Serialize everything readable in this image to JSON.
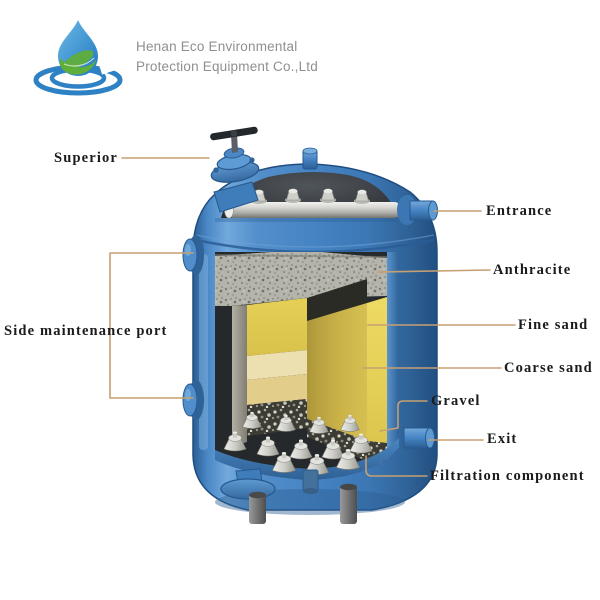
{
  "logo": {
    "company_line1": "Henan Eco Environmental",
    "company_line2": "Protection Equipment Co.,Ltd"
  },
  "labels": {
    "superior": "Superior",
    "side_maintenance_port": "Side maintenance port",
    "entrance": "Entrance",
    "anthracite": "Anthracite",
    "fine_sand": "Fine sand",
    "coarse_sand": "Coarse sand",
    "gravel": "Gravel",
    "exit": "Exit",
    "filtration_component": "Filtration component"
  },
  "colors": {
    "tank_blue": "#4583c3",
    "tank_blue_dark": "#27598f",
    "tank_blue_light": "#6ca6da",
    "leader_line": "#c69f72",
    "label_text": "#1b1b1b",
    "fine_sand_yellow": "#dfc94f",
    "coarse_sand_tan": "#e9dcae",
    "anthracite_gray": "#b5b5ad",
    "gravel_dark": "#3f3f38",
    "logo_blue": "#2e81c4",
    "logo_green": "#5fae3a",
    "logo_text_gray": "#8f8f8f"
  }
}
